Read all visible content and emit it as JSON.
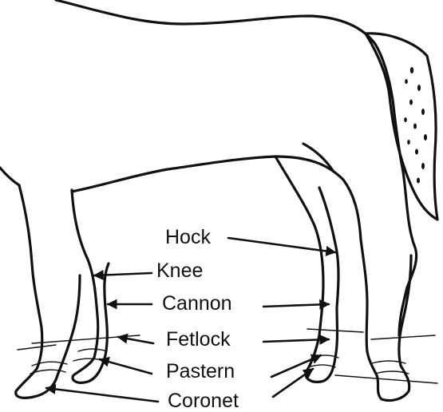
{
  "diagram": {
    "labels": {
      "hock": "Hock",
      "knee": "Knee",
      "cannon": "Cannon",
      "fetlock": "Fetlock",
      "pastern": "Pastern",
      "coronet": "Coronet"
    }
  }
}
